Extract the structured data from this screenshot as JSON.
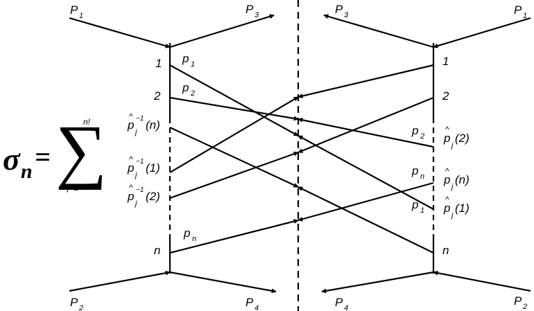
{
  "formula": {
    "lhs": "σ",
    "lhs_subscript": "n",
    "equals": "=",
    "sum_symbol": "∑",
    "upper_limit": "n!",
    "lower_limit": "j=1"
  },
  "external_lines": {
    "p1": {
      "main": "P",
      "sub": "1"
    },
    "p2": {
      "main": "P",
      "sub": "2"
    },
    "p3": {
      "main": "P",
      "sub": "3"
    },
    "p4": {
      "main": "P",
      "sub": "4"
    }
  },
  "left_vertex": {
    "row_1": "1",
    "row_2": "2",
    "row_n": "n",
    "perm_n": {
      "main": "p",
      "hat": "^",
      "sub": "j",
      "sup": "−1",
      "arg": "(n)"
    },
    "perm_1": {
      "main": "p",
      "hat": "^",
      "sub": "j",
      "sup": "−1",
      "arg": "(1)"
    },
    "perm_2": {
      "main": "p",
      "hat": "^",
      "sub": "j",
      "sup": "−1",
      "arg": "(2)"
    }
  },
  "left_momenta": {
    "first": {
      "main": "p",
      "sub": "1"
    },
    "second": {
      "main": "p",
      "sub": "2"
    },
    "last": {
      "main": "p",
      "sub": "n"
    }
  },
  "right_vertex": {
    "row_1": "1",
    "row_2": "2",
    "row_n": "n",
    "perm_2": {
      "main": "p",
      "hat": "^",
      "sub": "j",
      "arg": "(2)"
    },
    "perm_n": {
      "main": "p",
      "hat": "^",
      "sub": "j",
      "arg": "(n)"
    },
    "perm_1": {
      "main": "p",
      "hat": "^",
      "sub": "j",
      "arg": "(1)"
    }
  },
  "right_momenta": {
    "second": {
      "main": "p",
      "sub": "2"
    },
    "last": {
      "main": "p",
      "sub": "n"
    },
    "first": {
      "main": "p",
      "sub": "1"
    }
  }
}
